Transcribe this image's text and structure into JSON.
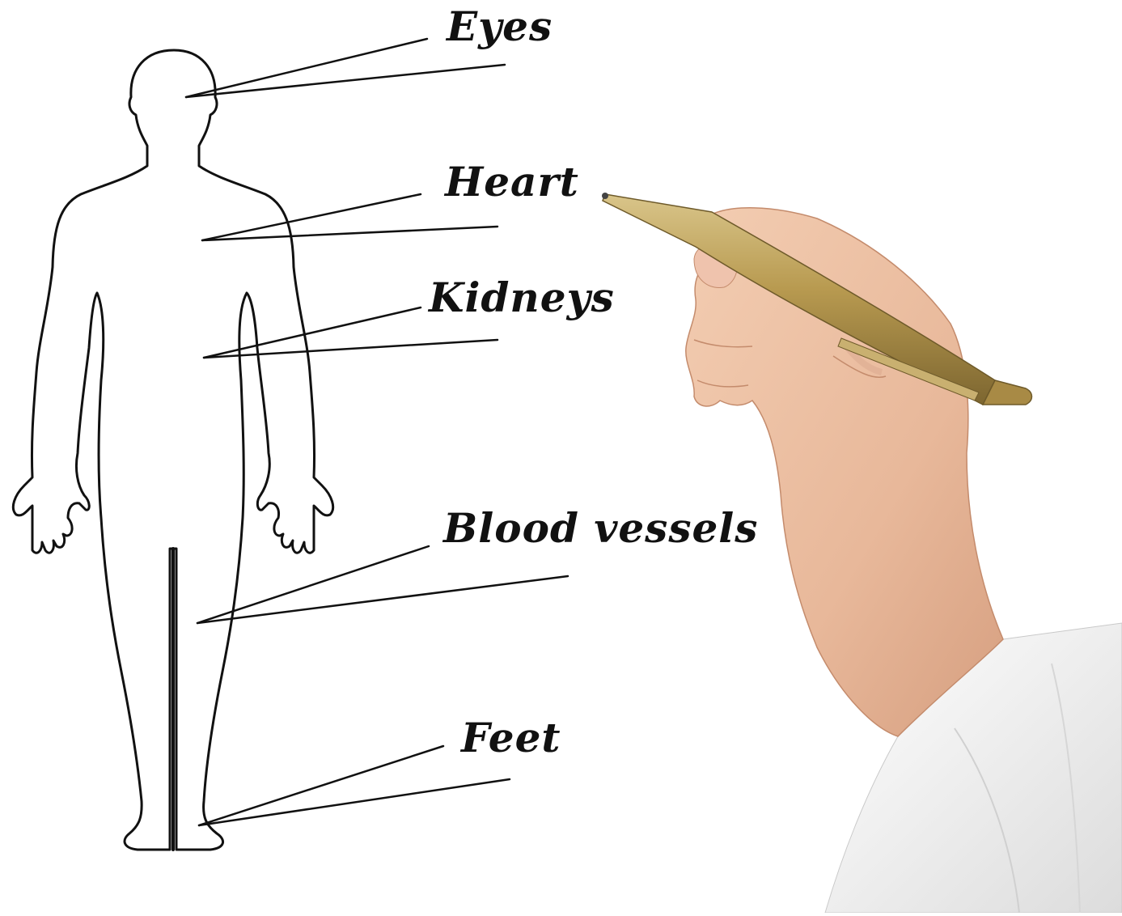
{
  "diagram": {
    "labels": [
      {
        "id": "eyes",
        "text": "Eyes"
      },
      {
        "id": "heart",
        "text": "Heart"
      },
      {
        "id": "kidneys",
        "text": "Kidneys"
      },
      {
        "id": "blood_vessels",
        "text": "Blood vessels"
      },
      {
        "id": "feet",
        "text": "Feet"
      }
    ]
  },
  "colors": {
    "ink": "#111111",
    "skin": "#e8b89a",
    "pen_gold": "#b89a50",
    "sleeve": "#f2f2f2",
    "background": "#ffffff"
  },
  "icons": {
    "figure": "human-body-outline-icon",
    "hand": "hand-icon",
    "pen": "pen-icon"
  }
}
